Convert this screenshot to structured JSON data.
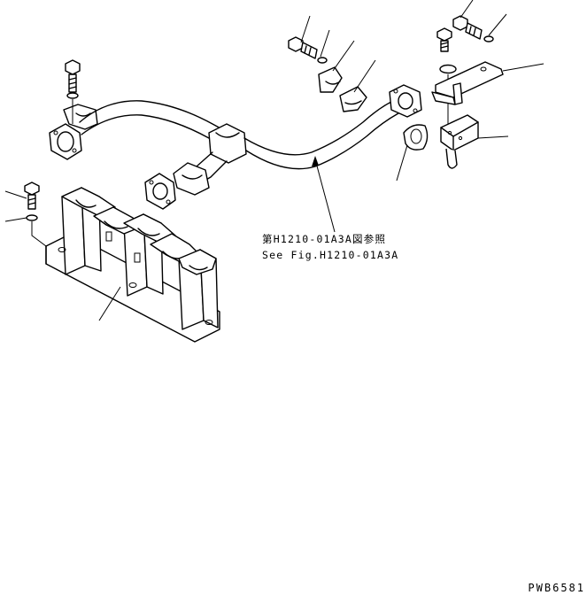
{
  "figure": {
    "reference_label_jp": "第H1210-01A3A図参照",
    "reference_label_en": "See Fig.H1210-01A3A",
    "drawing_id": "PWB6581"
  },
  "parts": [
    {
      "name": "pipe-assembly"
    },
    {
      "name": "mounting-bracket-base"
    },
    {
      "name": "upper-right-bracket"
    },
    {
      "name": "lower-right-bracket"
    },
    {
      "name": "pipe-clamp-upper"
    },
    {
      "name": "rubber-cushion"
    },
    {
      "name": "rubber-grommet"
    },
    {
      "name": "bolt"
    },
    {
      "name": "washer"
    }
  ]
}
